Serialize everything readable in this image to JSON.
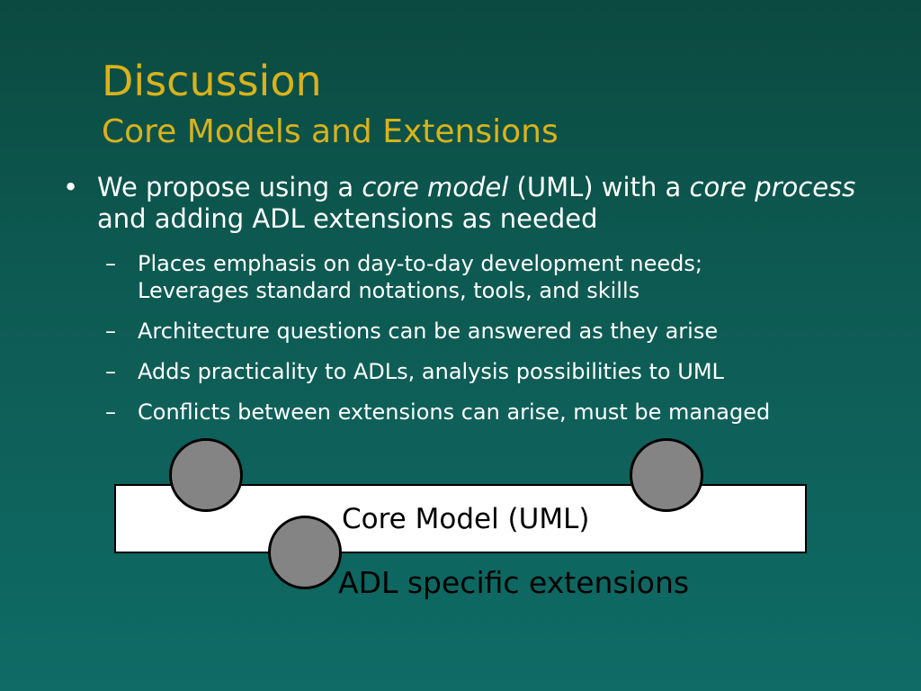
{
  "slide": {
    "title": "Discussion",
    "subtitle": "Core Models and Extensions",
    "bullet_marker": "•",
    "main_bullet": {
      "part1": "We propose using a ",
      "italic1": "core model",
      "part2": " (UML) with a ",
      "italic2": "core process",
      "part3": " and adding ADL extensions as needed"
    },
    "dash_marker": "–",
    "sub_bullets": [
      {
        "line1": "Places emphasis on day-to-day development needs;",
        "line2": "Leverages standard notations, tools, and skills"
      },
      {
        "line1": "Architecture questions can be answered as they arise"
      },
      {
        "line1": "Adds practicality to ADLs, analysis possibilities to UML"
      },
      {
        "line1": "Conflicts between extensions can arise, must be managed"
      }
    ],
    "diagram": {
      "band_label": "Core Model (UML)",
      "extensions_label": "ADL specific extensions"
    }
  },
  "colors": {
    "title": "#d9b21c",
    "background_top": "#0b4a40",
    "background_bottom": "#0f6b66",
    "circle_fill": "#848484"
  }
}
